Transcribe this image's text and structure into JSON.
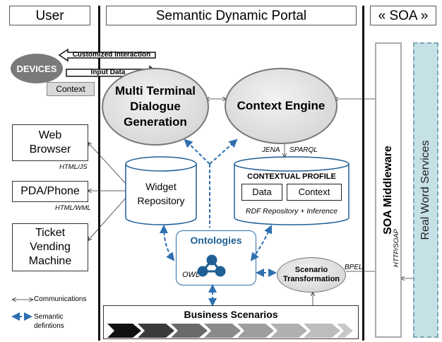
{
  "headers": {
    "user": "User",
    "portal": "Semantic Dynamic Portal",
    "soa": "« SOA »"
  },
  "devices": {
    "label": "DEVICES",
    "customized": "Customized interaction",
    "input": "Input Data",
    "context": "Context"
  },
  "clients": [
    {
      "line1": "Web",
      "line2": "Browser",
      "note": "HTML/JS"
    },
    {
      "line1": "PDA/Phone",
      "line2": "",
      "note": "HTML/WML"
    },
    {
      "line1": "Ticket",
      "line2": "Vending",
      "line3": "Machine"
    }
  ],
  "engines": {
    "mtdg": {
      "line1": "Multi Terminal",
      "line2": "Dialogue",
      "line3": "Generation"
    },
    "context": "Context Engine"
  },
  "jena": "JENA",
  "sparql": "SPARQL",
  "widget": {
    "line1": "Widget",
    "line2": "Repository"
  },
  "profile": {
    "title": "CONTEXTUAL PROFILE",
    "data": "Data",
    "context": "Context",
    "note": "RDF Repository + Inference"
  },
  "ontologies": {
    "title": "Ontologies",
    "owl": "OWL"
  },
  "scenario": {
    "line1": "Scenario",
    "line2": "Transformation"
  },
  "bpel": "BPEL",
  "business": "Business Scenarios",
  "legend": {
    "comm": "Communications",
    "sem1": "Semantic",
    "sem2": "defintions"
  },
  "soa_middleware": "SOA Middleware",
  "http_soap": "HTTP/SOAP",
  "real_services": "Real Word Services"
}
